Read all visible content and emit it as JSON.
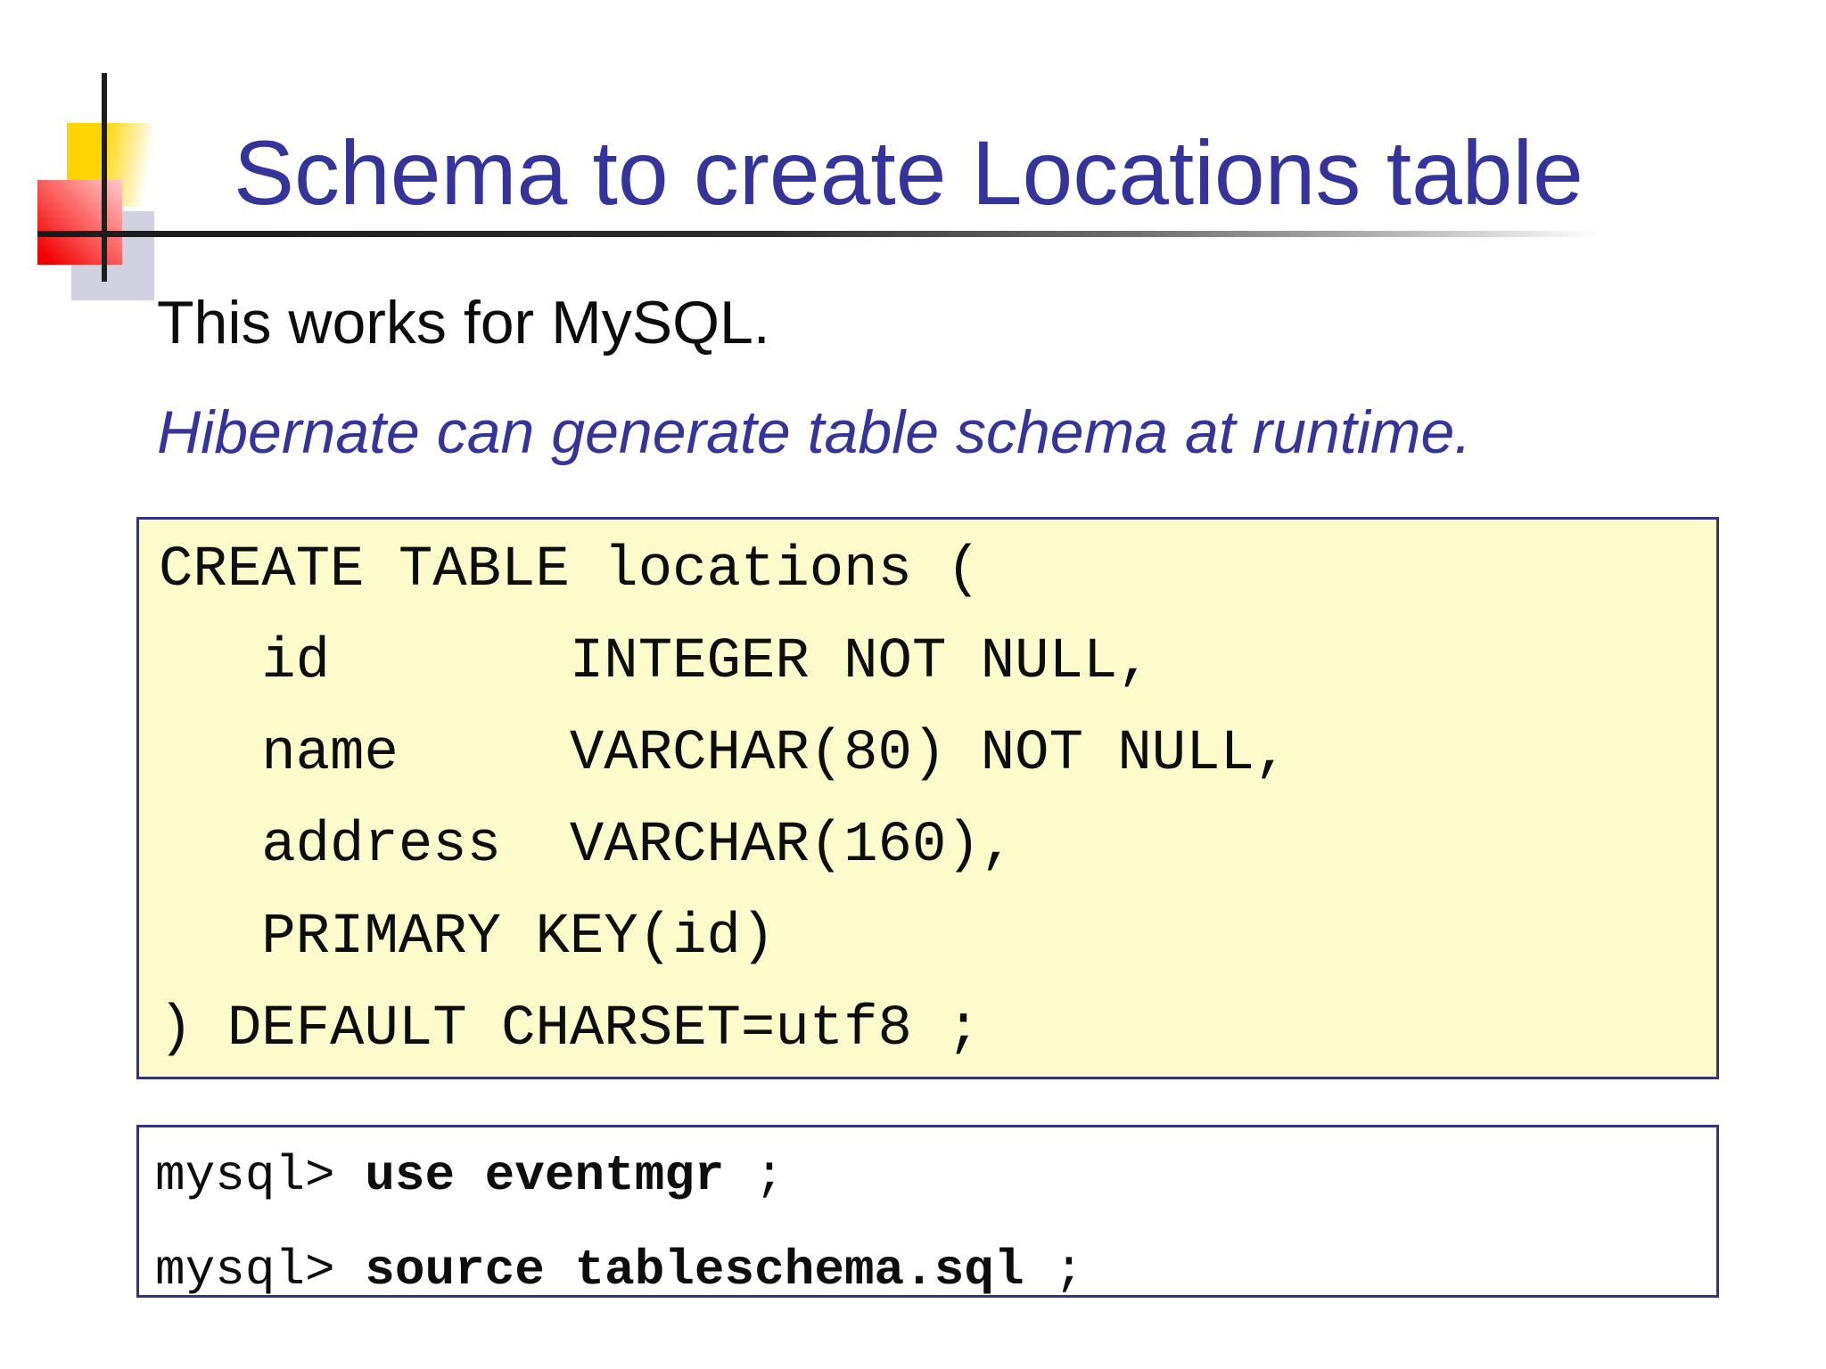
{
  "slide": {
    "title": "Schema to create Locations table",
    "subtitle": "This works for MySQL.",
    "note": "Hibernate can generate table schema at runtime."
  },
  "sql_box": {
    "lines": [
      "CREATE TABLE locations (",
      "   id       INTEGER NOT NULL,",
      "   name     VARCHAR(80) NOT NULL,",
      "   address  VARCHAR(160),",
      "   PRIMARY KEY(id)",
      ") DEFAULT CHARSET=utf8 ;"
    ],
    "bg_color": "#FBFBCB",
    "border_color": "#333380"
  },
  "terminal_box": {
    "lines": [
      {
        "prompt": "mysql> ",
        "command": "use eventmgr",
        "suffix": " ;"
      },
      {
        "prompt": "mysql> ",
        "command": "source tableschema.sql",
        "suffix": " ;"
      }
    ],
    "bg_color": "#FFFFFF",
    "border_color": "#333380"
  },
  "colors": {
    "title_blue": "#34349B",
    "note_blue": "#34349B",
    "deco_yellow": "#FFD400",
    "deco_red": "#F00000",
    "deco_lavender": "#A3A3C6",
    "rule_dark": "#1A1A1A"
  }
}
